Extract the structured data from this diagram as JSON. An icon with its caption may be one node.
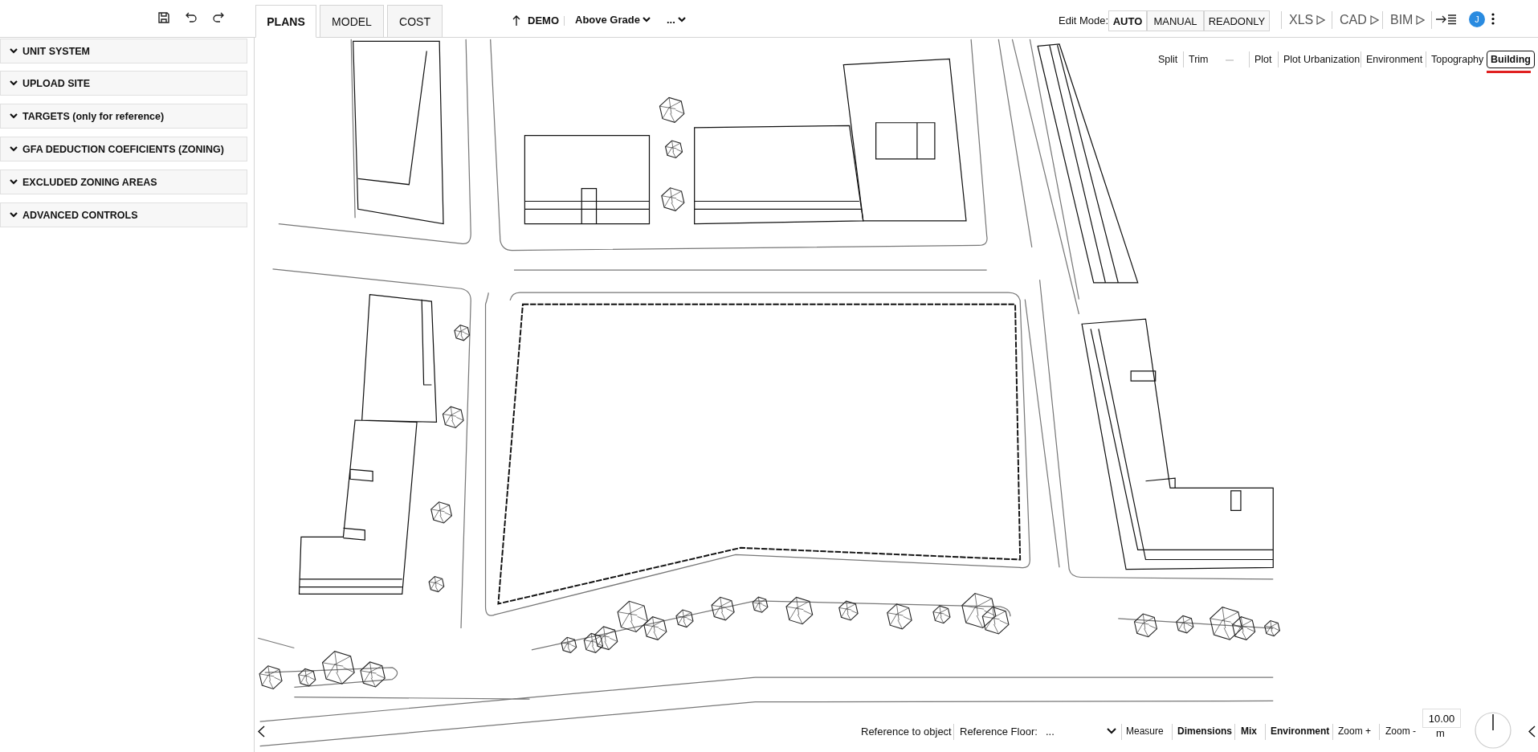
{
  "diagram": {
    "labels": [
      "PLANS",
      "MODEL",
      "COST",
      "DEMO",
      "Above Grade",
      "...",
      "Edit Mode:",
      "AUTO",
      "MANUAL",
      "READONLY",
      "XLS",
      "CAD",
      "BIM",
      "J",
      "UNIT SYSTEM",
      "UPLOAD SITE",
      "TARGETS (only for reference)",
      "GFA DEDUCTION COEFICIENTS (ZONING)",
      "EXCLUDED ZONING AREAS",
      "ADVANCED CONTROLS",
      "Split",
      "Trim",
      "Plot",
      "Plot Urbanization",
      "Environment",
      "Topography",
      "Building",
      "Reference to object",
      "Reference Floor:",
      "...",
      "Measure",
      "Dimensions",
      "Mix",
      "Environment",
      "Zoom +",
      "Zoom -",
      "10.00",
      "m"
    ]
  }
}
